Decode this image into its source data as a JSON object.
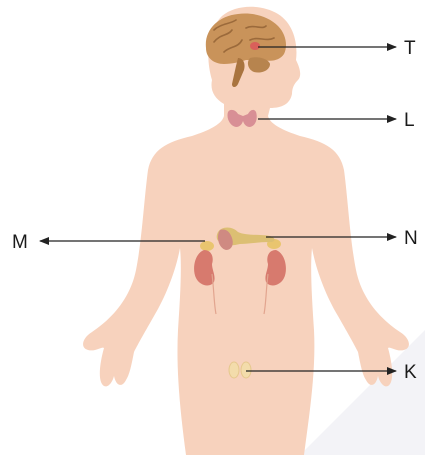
{
  "labels": {
    "T": "T",
    "L": "L",
    "M": "M",
    "N": "N",
    "K": "K"
  },
  "colors": {
    "skin": "#f7d2bd",
    "skin_edge": "#eebfa6",
    "brain": "#c9935a",
    "brain_fold": "#9b6a3b",
    "thyroid": "#d88f95",
    "kidney": "#d77a6e",
    "adrenal": "#e9c56f",
    "pancreas": "#dcbf73",
    "testes": "#f3dcab",
    "arrow": "#222222",
    "watermark": "#e9e9ef"
  }
}
